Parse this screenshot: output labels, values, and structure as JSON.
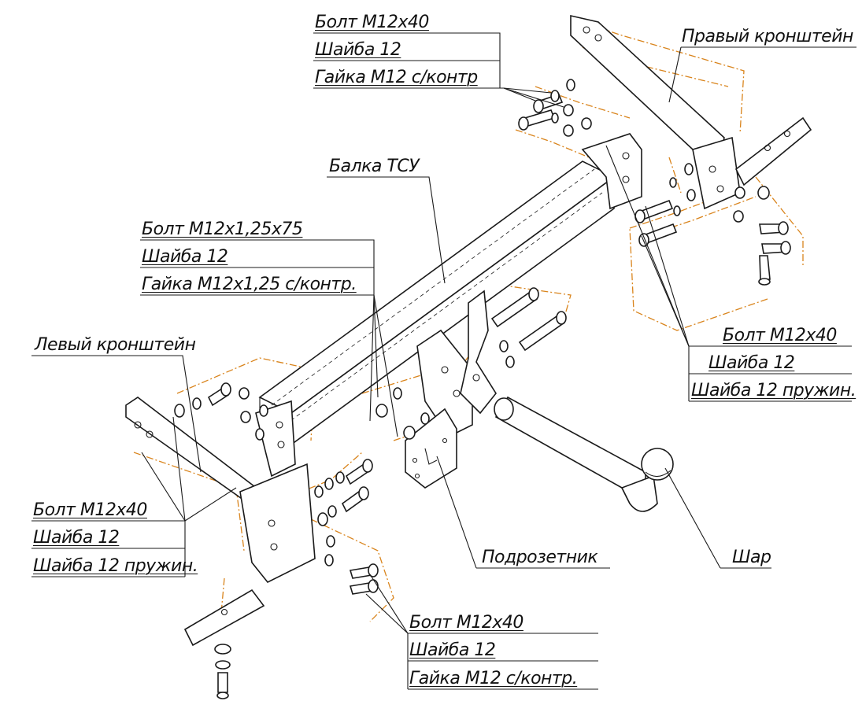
{
  "colors": {
    "line": "#1a1a1a",
    "axis": "#d9841c",
    "background": "#ffffff"
  },
  "labels": {
    "top_fasteners": {
      "line1": "Болт М12х40",
      "line2": "Шайба 12",
      "line3": "Гайка М12 с/контр"
    },
    "right_bracket": "Правый кронштейн",
    "beam": "Балка ТСУ",
    "mid_fasteners": {
      "line1": "Болт М12х1,25х75",
      "line2": "Шайба 12",
      "line3": "Гайка М12х1,25 с/контр."
    },
    "left_bracket": "Левый кронштейн",
    "right_fasteners": {
      "line1": "Болт М12х40",
      "line2": "Шайба 12",
      "line3": "Шайба 12 пружин."
    },
    "left_fasteners": {
      "line1": "Болт М12х40",
      "line2": "Шайба 12",
      "line3": "Шайба 12 пружин."
    },
    "socket_plate": "Подрозетник",
    "ball": "Шар",
    "bottom_fasteners": {
      "line1": "Болт М12х40",
      "line2": "Шайба 12",
      "line3": "Гайка М12 с/контр."
    }
  }
}
